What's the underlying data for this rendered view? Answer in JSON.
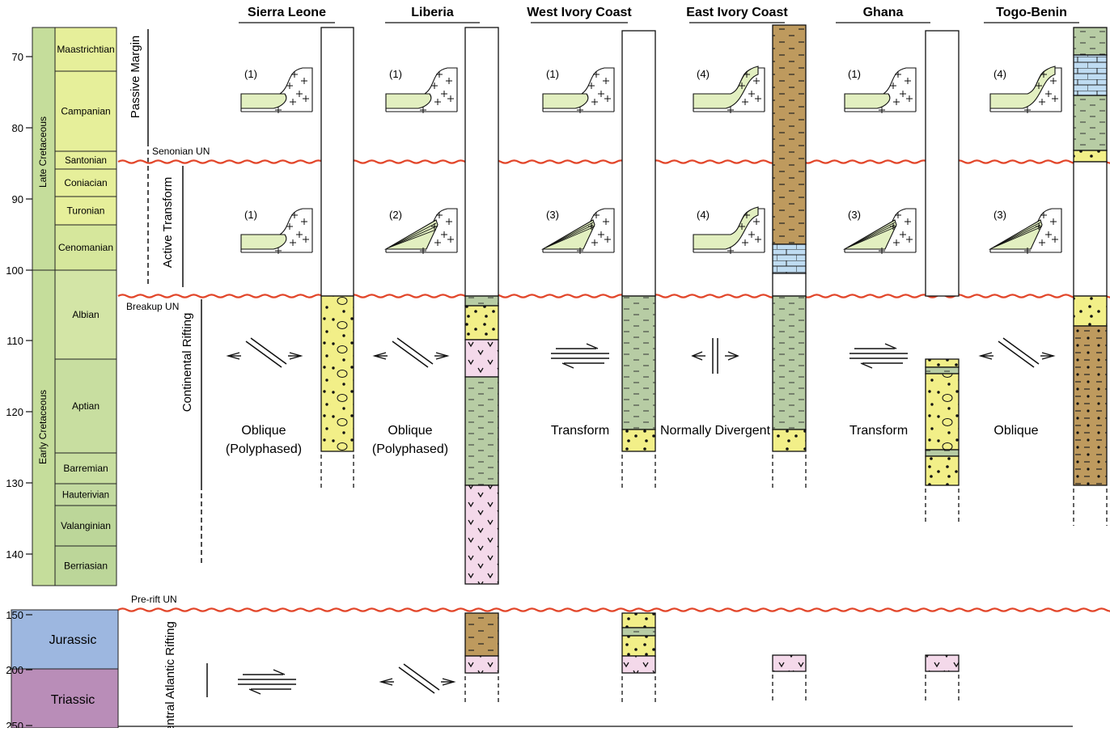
{
  "columns": [
    {
      "name": "Sierra Leone",
      "motion": [
        "Oblique",
        "(Polyphased)"
      ],
      "arrow_type": "oblique",
      "profile_upper": "(1)",
      "profile_lower": "(1)"
    },
    {
      "name": "Liberia",
      "motion": [
        "Oblique",
        "(Polyphased)"
      ],
      "arrow_type": "oblique",
      "profile_upper": "(1)",
      "profile_lower": "(2)"
    },
    {
      "name": "West Ivory Coast",
      "motion": [
        "Transform"
      ],
      "arrow_type": "transform",
      "profile_upper": "(1)",
      "profile_lower": "(3)"
    },
    {
      "name": "East Ivory Coast",
      "motion": [
        "Normally Divergent"
      ],
      "arrow_type": "divergent",
      "profile_upper": "(4)",
      "profile_lower": "(4)"
    },
    {
      "name": "Ghana",
      "motion": [
        "Transform"
      ],
      "arrow_type": "transform",
      "profile_upper": "(1)",
      "profile_lower": "(3)"
    },
    {
      "name": "Togo-Benin",
      "motion": [
        "Oblique"
      ],
      "arrow_type": "oblique",
      "profile_upper": "(4)",
      "profile_lower": "(3)"
    }
  ],
  "age_ticks": [
    "70",
    "80",
    "90",
    "100",
    "110",
    "120",
    "130",
    "140",
    "150",
    "200",
    "250"
  ],
  "epochs": [
    "Late Cretaceous",
    "Early Cretaceous"
  ],
  "stages": [
    "Maastrichtian",
    "Campanian",
    "Santonian",
    "Coniacian",
    "Turonian",
    "Cenomanian",
    "Albian",
    "Aptian",
    "Barremian",
    "Hauterivian",
    "Valanginian",
    "Berriasian"
  ],
  "periods": [
    "Jurassic",
    "Triassic"
  ],
  "phases": [
    "Passive Margin",
    "Active Transform",
    "Continental Rifting",
    "Central Atlantic Rifting"
  ],
  "unconformities": [
    "Senonian UN",
    "Breakup UN",
    "Pre-rift UN"
  ],
  "colors": {
    "unconformity": "#e2462a",
    "late_cretaceous": "#c5dd9b",
    "early_cretaceous": "#c5dd9b",
    "stage_late": "#e6ef9a",
    "stage_early": "#c8dea0",
    "jurassic": "#9db7e0",
    "triassic": "#b98db8",
    "sandstone": "#f2ef88",
    "shale": "#b7cca4",
    "volcanic": "#f4d9ea",
    "marl": "#be9a5e",
    "limestone": "#bfdcf2",
    "margin_fill": "#e2efc0"
  }
}
